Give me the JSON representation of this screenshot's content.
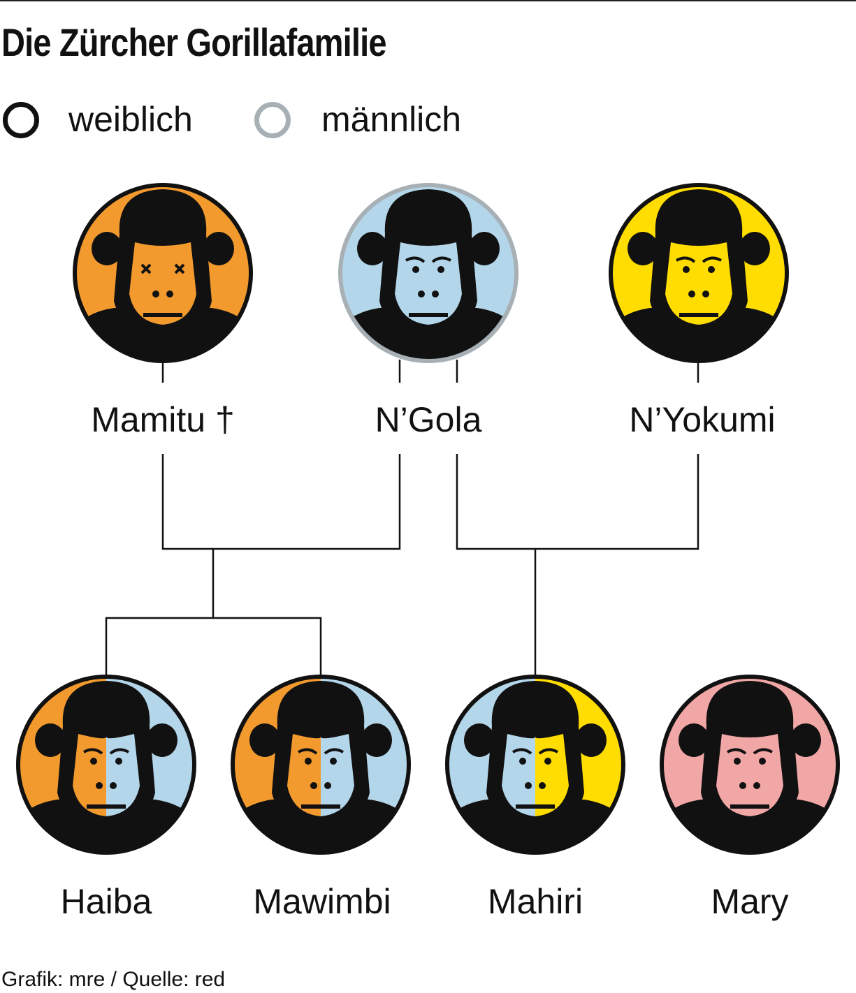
{
  "title": "Die Zürcher Gorillafamilie",
  "legend": {
    "female_label": "weiblich",
    "male_label": "männlich"
  },
  "colors": {
    "female_ring": "#111111",
    "male_ring": "#a7b0b5",
    "orange": "#f29a2e",
    "blue": "#b4d6ea",
    "yellow": "#ffdd00",
    "pink": "#f1a7a6",
    "black": "#111111"
  },
  "gorillas": {
    "mamitu": {
      "name": "Mamitu †",
      "sex": "weiblich",
      "deceased": true
    },
    "ngola": {
      "name": "N’Gola",
      "sex": "männlich"
    },
    "nyokumi": {
      "name": "N’Yokumi",
      "sex": "weiblich"
    },
    "haiba": {
      "name": "Haiba",
      "sex": "weiblich"
    },
    "mawimbi": {
      "name": "Mawimbi",
      "sex": "weiblich"
    },
    "mahiri": {
      "name": "Mahiri",
      "sex": "weiblich"
    },
    "mary": {
      "name": "Mary",
      "sex": "weiblich"
    }
  },
  "relations": [
    {
      "parents": [
        "Mamitu †",
        "N’Gola"
      ],
      "children": [
        "Haiba",
        "Mawimbi"
      ]
    },
    {
      "parents": [
        "N’Gola",
        "N’Yokumi"
      ],
      "children": [
        "Mahiri"
      ]
    }
  ],
  "source": "Grafik: mre / Quelle: red"
}
